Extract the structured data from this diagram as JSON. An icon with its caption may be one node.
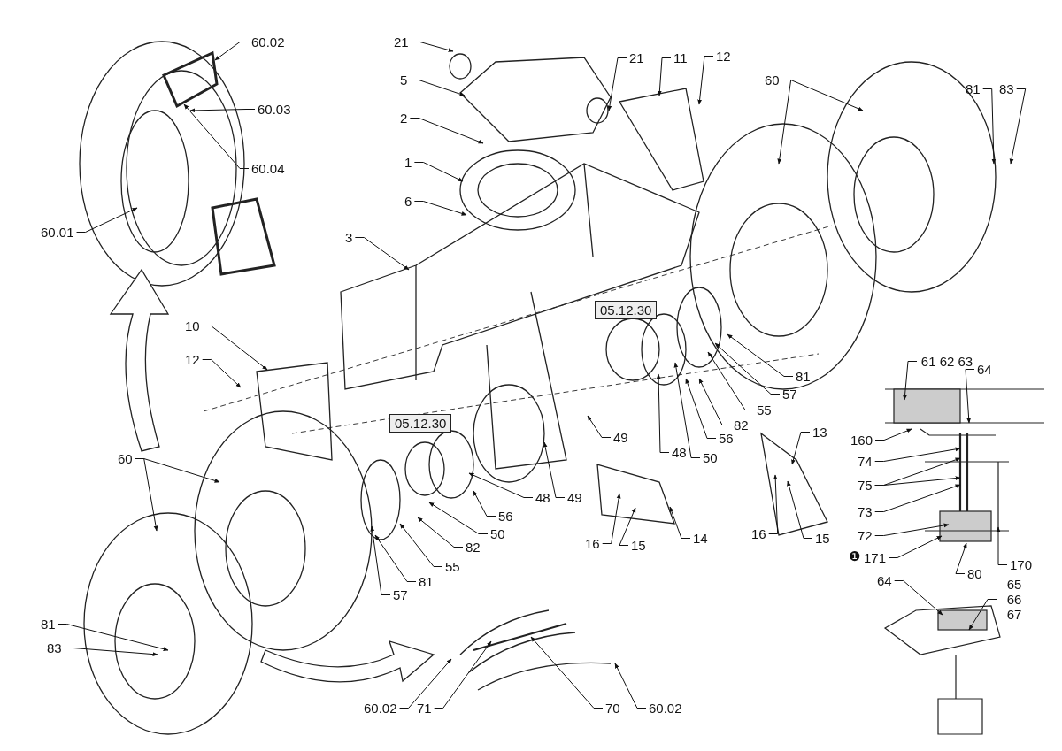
{
  "diagram": {
    "nodes": [
      {
        "text": [
          "60.02"
        ]
      },
      {
        "text": [
          "21"
        ]
      },
      {
        "text": [
          "21"
        ]
      },
      {
        "text": [
          "11"
        ]
      },
      {
        "text": [
          "12"
        ]
      },
      {
        "text": [
          "60"
        ]
      },
      {
        "text": [
          "81"
        ]
      },
      {
        "text": [
          "83"
        ]
      },
      {
        "text": [
          "5"
        ]
      },
      {
        "text": [
          "60.03"
        ]
      },
      {
        "text": [
          "2"
        ]
      },
      {
        "text": [
          "1"
        ]
      },
      {
        "text": [
          "60.04"
        ]
      },
      {
        "text": [
          "6"
        ]
      },
      {
        "text": [
          "60.01"
        ]
      },
      {
        "text": [
          "3"
        ]
      },
      {
        "text": [
          "05.12.30"
        ]
      },
      {
        "text": [
          "10"
        ]
      },
      {
        "text": [
          "12"
        ]
      },
      {
        "text": [
          "81"
        ]
      },
      {
        "text": [
          "57"
        ]
      },
      {
        "text": [
          "55"
        ]
      },
      {
        "text": [
          "05.12.30"
        ]
      },
      {
        "text": [
          "82"
        ]
      },
      {
        "text": [
          "56"
        ]
      },
      {
        "text": [
          "13"
        ]
      },
      {
        "text": [
          "49"
        ]
      },
      {
        "text": [
          "50"
        ]
      },
      {
        "text": [
          "48"
        ]
      },
      {
        "text": [
          "60"
        ]
      },
      {
        "text": [
          "49"
        ]
      },
      {
        "text": [
          "48"
        ]
      },
      {
        "text": [
          "56"
        ]
      },
      {
        "text": [
          "50"
        ]
      },
      {
        "text": [
          "16"
        ]
      },
      {
        "text": [
          "15"
        ]
      },
      {
        "text": [
          "14"
        ]
      },
      {
        "text": [
          "82"
        ]
      },
      {
        "text": [
          "16"
        ]
      },
      {
        "text": [
          "15"
        ]
      },
      {
        "text": [
          "55"
        ]
      },
      {
        "text": [
          "81"
        ]
      },
      {
        "text": [
          "57"
        ]
      },
      {
        "text": [
          "81"
        ]
      },
      {
        "text": [
          "83"
        ]
      },
      {
        "text": [
          "60.02"
        ]
      },
      {
        "text": [
          "71"
        ]
      },
      {
        "text": [
          "70"
        ]
      },
      {
        "text": [
          "60.02"
        ]
      },
      {
        "text": [
          "61 62 63"
        ]
      },
      {
        "text": [
          "64"
        ]
      },
      {
        "text": [
          "160"
        ]
      },
      {
        "text": [
          "74"
        ]
      },
      {
        "text": [
          "75"
        ]
      },
      {
        "text": [
          "73"
        ]
      },
      {
        "text": [
          "72"
        ]
      },
      {
        "text": [
          "171"
        ]
      },
      {
        "text": [
          "80"
        ]
      },
      {
        "text": [
          "170"
        ]
      },
      {
        "text": [
          "64"
        ]
      },
      {
        "text": [
          "65 66 67"
        ]
      }
    ],
    "edges": [
      {
        "from": 0,
        "to": null,
        "arrow": "to"
      },
      {
        "from": 1,
        "to": null,
        "arrow": "to"
      },
      {
        "from": 2,
        "to": null,
        "arrow": "to"
      },
      {
        "from": 3,
        "to": null,
        "arrow": "to"
      },
      {
        "from": 4,
        "to": null,
        "arrow": "to"
      },
      {
        "from": 5,
        "to": null,
        "arrow": "to"
      },
      {
        "from": 5,
        "to": null,
        "arrow": "to"
      },
      {
        "from": 6,
        "to": null,
        "arrow": "to"
      },
      {
        "from": 7,
        "to": null,
        "arrow": "to"
      },
      {
        "from": 8,
        "to": null,
        "arrow": "to"
      },
      {
        "from": 9,
        "to": null,
        "arrow": "to"
      },
      {
        "from": 10,
        "to": null,
        "arrow": "to"
      },
      {
        "from": 11,
        "to": null,
        "arrow": "to"
      },
      {
        "from": 12,
        "to": null,
        "arrow": "to"
      },
      {
        "from": 13,
        "to": null,
        "arrow": "to"
      },
      {
        "from": 14,
        "to": null,
        "arrow": "to"
      },
      {
        "from": 15,
        "to": null,
        "arrow": "to"
      },
      {
        "from": 17,
        "to": null,
        "arrow": "to"
      },
      {
        "from": 18,
        "to": null,
        "arrow": "to"
      },
      {
        "from": 19,
        "to": null,
        "arrow": "to"
      },
      {
        "from": 20,
        "to": null,
        "arrow": "to"
      },
      {
        "from": 21,
        "to": null,
        "arrow": "to"
      },
      {
        "from": 23,
        "to": null,
        "arrow": "to"
      },
      {
        "from": 24,
        "to": null,
        "arrow": "to"
      },
      {
        "from": 25,
        "to": null,
        "arrow": "to"
      },
      {
        "from": 26,
        "to": null,
        "arrow": "to"
      },
      {
        "from": 27,
        "to": null,
        "arrow": "to"
      },
      {
        "from": 28,
        "to": null,
        "arrow": "to"
      },
      {
        "from": 29,
        "to": null,
        "arrow": "to"
      },
      {
        "from": 29,
        "to": null,
        "arrow": "to"
      },
      {
        "from": 30,
        "to": null,
        "arrow": "to"
      },
      {
        "from": 31,
        "to": null,
        "arrow": "to"
      },
      {
        "from": 32,
        "to": null,
        "arrow": "to"
      },
      {
        "from": 33,
        "to": null,
        "arrow": "to"
      },
      {
        "from": 34,
        "to": null,
        "arrow": "to"
      },
      {
        "from": 35,
        "to": null,
        "arrow": "to"
      },
      {
        "from": 36,
        "to": null,
        "arrow": "to"
      },
      {
        "from": 37,
        "to": null,
        "arrow": "to"
      },
      {
        "from": 38,
        "to": null,
        "arrow": "to"
      },
      {
        "from": 39,
        "to": null,
        "arrow": "to"
      },
      {
        "from": 40,
        "to": null,
        "arrow": "to"
      },
      {
        "from": 41,
        "to": null,
        "arrow": "to"
      },
      {
        "from": 42,
        "to": null,
        "arrow": "to"
      },
      {
        "from": 43,
        "to": null,
        "arrow": "to"
      },
      {
        "from": 44,
        "to": null,
        "arrow": "to"
      },
      {
        "from": 45,
        "to": null,
        "arrow": "to"
      },
      {
        "from": 46,
        "to": null,
        "arrow": "to"
      },
      {
        "from": 47,
        "to": null,
        "arrow": "to"
      },
      {
        "from": 48,
        "to": null,
        "arrow": "to"
      },
      {
        "from": 49,
        "to": null,
        "arrow": "to"
      },
      {
        "from": 50,
        "to": null,
        "arrow": "to"
      },
      {
        "from": 51,
        "to": null,
        "arrow": "to"
      },
      {
        "from": 52,
        "to": null,
        "arrow": "to"
      },
      {
        "from": 53,
        "to": null,
        "arrow": "to"
      },
      {
        "from": 53,
        "to": null,
        "arrow": "to"
      },
      {
        "from": 54,
        "to": null,
        "arrow": "to"
      },
      {
        "from": 55,
        "to": null,
        "arrow": "to"
      },
      {
        "from": 56,
        "to": null,
        "arrow": "to"
      },
      {
        "from": 57,
        "to": null,
        "arrow": "to"
      },
      {
        "from": 58,
        "to": null,
        "arrow": "to"
      },
      {
        "from": 59,
        "to": null,
        "arrow": "to"
      },
      {
        "from": 60,
        "to": null,
        "arrow": "to"
      }
    ],
    "labels": [
      "❶"
    ]
  }
}
